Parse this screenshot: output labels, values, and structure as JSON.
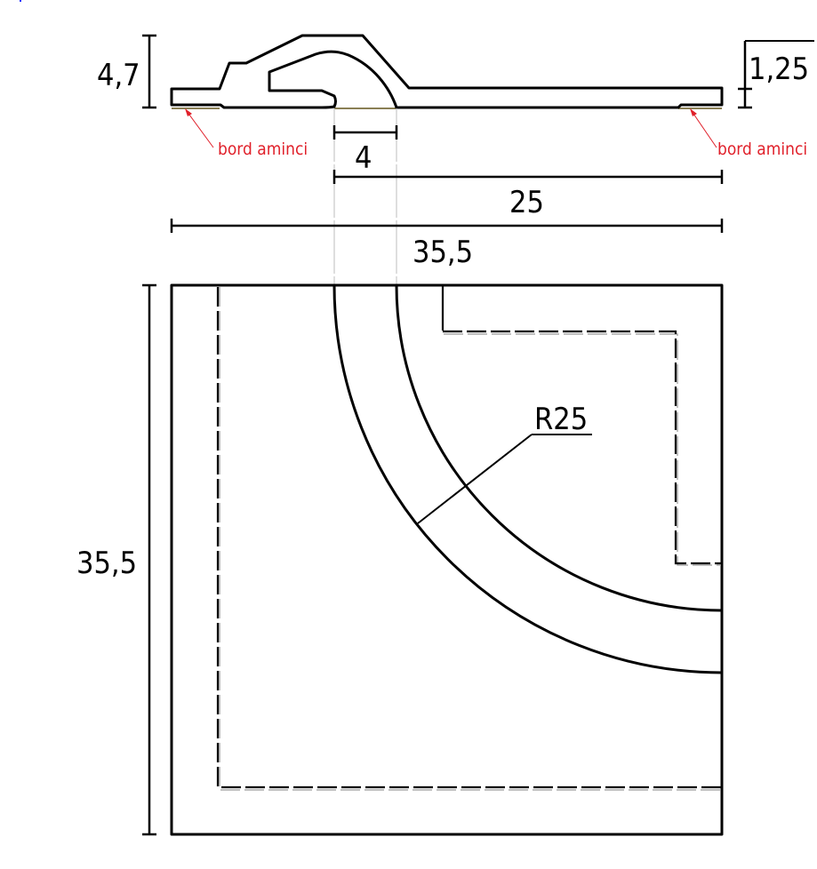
{
  "drawing": {
    "title": "Profile and plan view with dimensions",
    "colors": {
      "line": "#000000",
      "annotation": "#e0202a",
      "thinned_edge": "#8a7f55",
      "extension": "#c8c8c8",
      "marker": "#2030ff"
    },
    "profile_view": {
      "height_dim": "4,7",
      "thin_edge_dim": "1,25",
      "groove_width_dim": "4",
      "inner_to_edge_dim": "25",
      "overall_width_dim": "35,5",
      "annotations": [
        {
          "label": "bord aminci",
          "side": "left"
        },
        {
          "label": "bord aminci",
          "side": "right"
        }
      ]
    },
    "plan_view": {
      "height_dim": "35,5",
      "radius_label": "R25"
    }
  }
}
